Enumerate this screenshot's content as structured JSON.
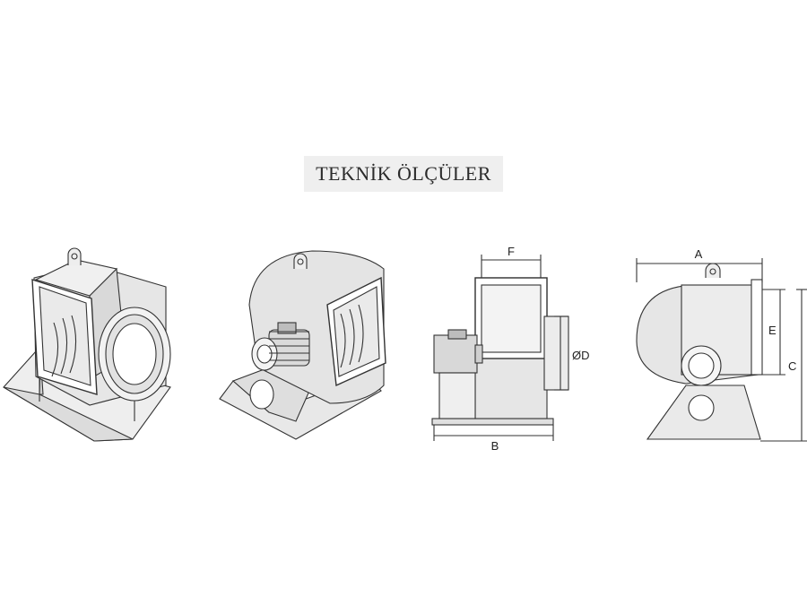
{
  "title": "TEKNİK ÖLÇÜLER",
  "dimensions": {
    "F": "F",
    "D": "ØD",
    "B": "B",
    "A": "A",
    "E": "E",
    "C": "C"
  },
  "colors": {
    "line": "#333333",
    "body": "#e6e6e6",
    "dark": "#9a9a9a",
    "title_bg": "#efefef"
  }
}
